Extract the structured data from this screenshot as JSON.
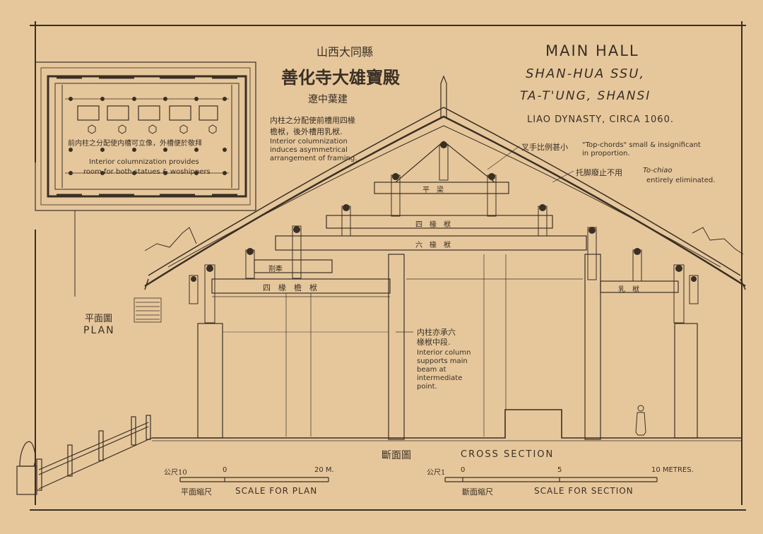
{
  "title_block": {
    "province_cn": "山西大同縣",
    "hall_cn": "善化寺大雄寶殿",
    "dynasty_cn": "遼中葉建",
    "title_en": "MAIN HALL",
    "temple_en": "SHAN-HUA SSU,",
    "location_en": "TA-T'UNG, SHANSI",
    "dynasty_en": "LIAO DYNASTY, CIRCA 1060."
  },
  "notes": {
    "column_cn_1": "内柱之分配使前槽用四椽",
    "column_cn_2": "檐栿，後外槽用乳栿.",
    "column_en": "Interior columnization induces asymmetrical arrangement of framing.",
    "topchord_cn": "叉手比例甚小",
    "topchord_en": "\"Top-chords\" small & insignificant in proportion.",
    "tochiao_cn": "托脚廢止不用",
    "tochiao_en_a": "To-chiao",
    "tochiao_en_b": "entirely eliminated.",
    "support_cn_1": "内柱亦承六",
    "support_cn_2": "椽栿中段.",
    "support_en": "Interior column supports main beam at intermediate point."
  },
  "plan_inset": {
    "note_cn": "前内柱之分配使内槽可立像，外槽便於敬拜",
    "note_en_1": "Interior columnization provides",
    "note_en_2": "room for both statues & woshippers",
    "label_cn": "平面圖",
    "label_en": "PLAN"
  },
  "section": {
    "beams": {
      "ping_liang": "平　梁",
      "si_chuan": "四　椽　栿",
      "liu_chuan": "六　椽　栿",
      "zha_qian": "劄牽",
      "si_chuan_yan": "四　椽　檐　栿",
      "ru_fu": "乳　栿"
    },
    "label_cn": "斷面圖",
    "label_en": "CROSS SECTION"
  },
  "scales": {
    "plan": {
      "unit_cn": "公尺10",
      "zero": "0",
      "end": "20 M.",
      "label_cn": "平面縮尺",
      "label_en": "SCALE FOR PLAN"
    },
    "section": {
      "unit_cn": "公尺1",
      "zero": "0",
      "mid": "5",
      "end": "10 METRES.",
      "label_cn": "斷面縮尺",
      "label_en": "SCALE FOR SECTION"
    }
  },
  "colors": {
    "paper": "#e6c79c",
    "ink": "#3a2f24"
  }
}
